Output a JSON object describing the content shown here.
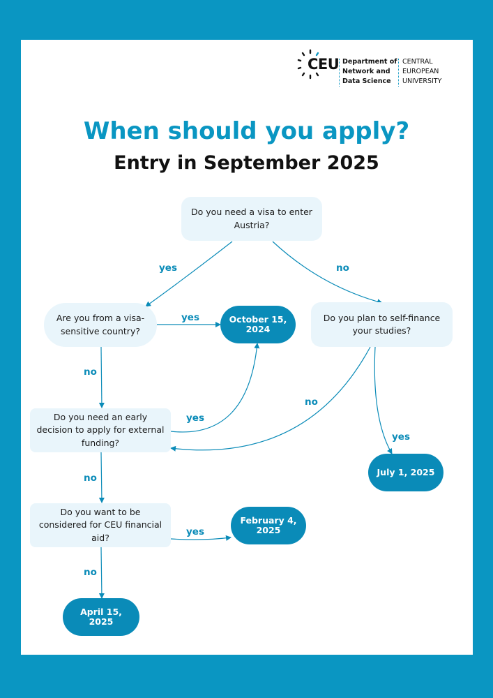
{
  "logo": {
    "mark": "CEU",
    "department": [
      "Department of",
      "Network and",
      "Data Science"
    ],
    "university": [
      "CENTRAL",
      "EUROPEAN",
      "UNIVERSITY"
    ]
  },
  "title": "When should you apply?",
  "subtitle": "Entry in September 2025",
  "questions": {
    "visa": "Do you need a visa to enter Austria?",
    "sensitive": "Are you from a visa-sensitive country?",
    "self_finance": "Do you plan to self-finance your studies?",
    "early_decision": "Do you need an early decision to apply for external funding?",
    "financial_aid": "Do you want to be considered for CEU financial aid?"
  },
  "deadlines": {
    "oct": "October 15, 2024",
    "jul": "July 1, 2025",
    "feb": "February 4, 2025",
    "apr": "April 15, 2025"
  },
  "labels": {
    "yes": "yes",
    "no": "no"
  },
  "colors": {
    "accent": "#0a96c2",
    "node_fill": "#e9f5fb",
    "deadline_fill": "#0a8bb8"
  }
}
